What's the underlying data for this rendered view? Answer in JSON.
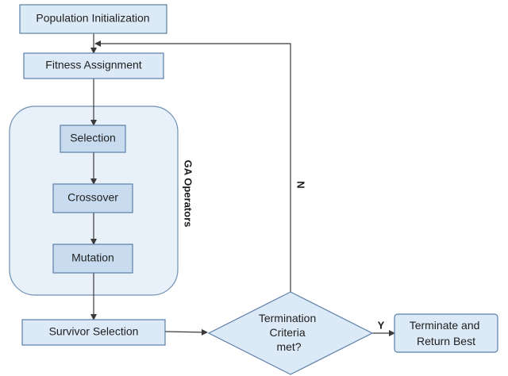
{
  "nodes": {
    "population_init": "Population Initialization",
    "fitness_assignment": "Fitness Assignment",
    "selection": "Selection",
    "crossover": "Crossover",
    "mutation": "Mutation",
    "survivor_selection": "Survivor Selection",
    "termination": [
      "Termination",
      "Criteria",
      "met?"
    ],
    "terminate_return": [
      "Terminate and",
      "Return Best"
    ]
  },
  "group": {
    "label": "GA Operators"
  },
  "edges": {
    "no_label": "N",
    "yes_label": "Y"
  },
  "colors": {
    "box_fill": "#dce9f6",
    "inner_box_fill": "#c9dcef",
    "group_fill": "#e8f1fa",
    "border": "#5a7fa8",
    "arrow": "#3a3a3a"
  }
}
